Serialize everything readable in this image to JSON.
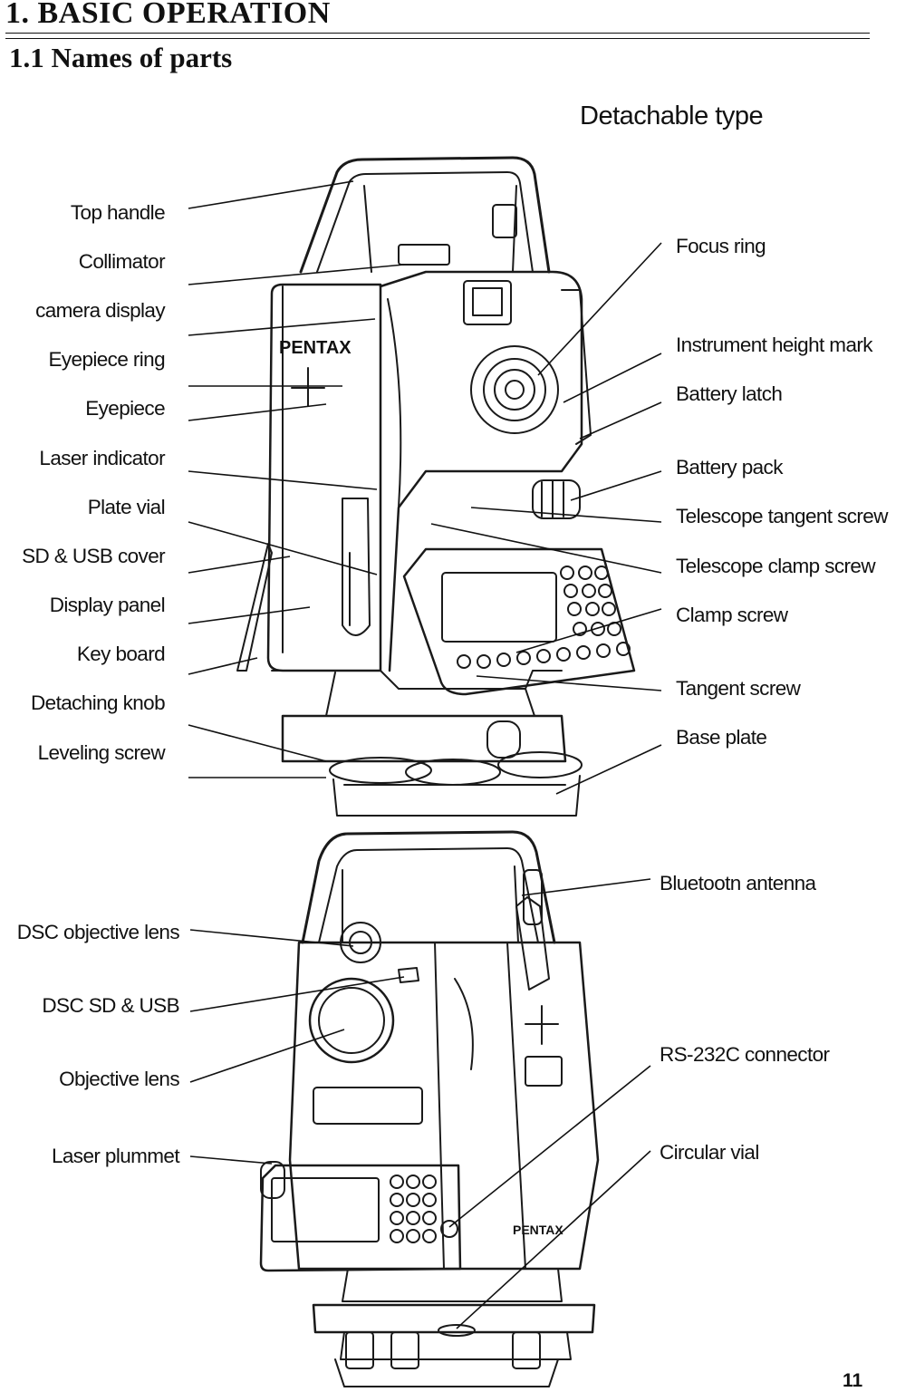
{
  "header": {
    "chapter_title": "1.  BASIC OPERATION",
    "section_title": "1.1  Names of parts"
  },
  "figure": {
    "type_label": "Detachable type",
    "brand_marks": [
      "PENTAX",
      "PENTAX"
    ],
    "upper_left_labels": [
      "Top handle",
      "Collimator",
      "camera display",
      "Eyepiece ring",
      "Eyepiece",
      "Laser indicator",
      "Plate vial",
      "SD & USB cover",
      "Display panel",
      "Key board",
      "Detaching knob",
      "Leveling screw"
    ],
    "upper_right_labels": [
      "Focus ring",
      "Instrument height mark",
      "Battery latch",
      "Battery pack",
      "Telescope tangent screw",
      "Telescope clamp screw",
      "Clamp screw",
      "Tangent screw",
      "Base plate"
    ],
    "lower_left_labels": [
      "DSC objective lens",
      "DSC SD & USB",
      "Objective lens",
      "Laser plummet"
    ],
    "lower_right_labels": [
      "Bluetootn antenna",
      "RS-232C connector",
      "Circular vial"
    ]
  },
  "footer": {
    "page_number": "11"
  }
}
